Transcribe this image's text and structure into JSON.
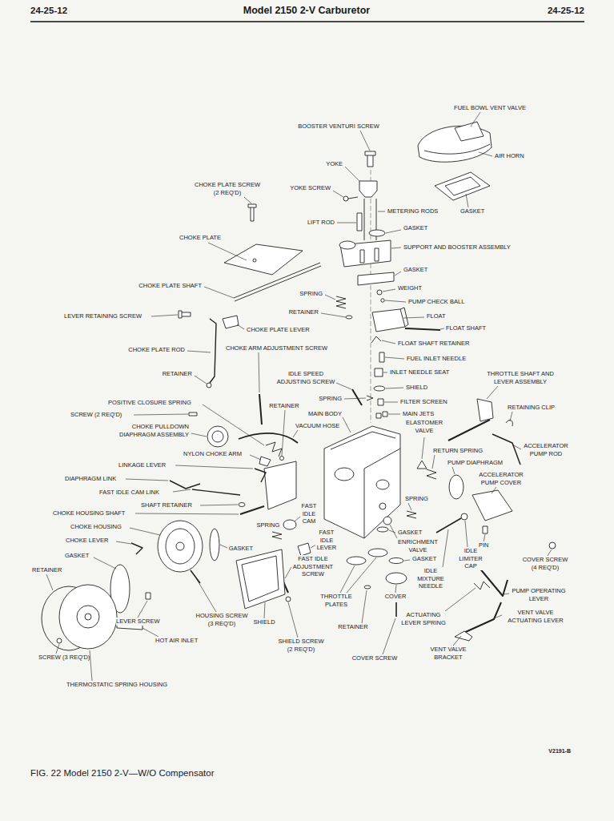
{
  "diagram": {
    "title": "Model 2150 2-V Carburetor",
    "caption": "FIG. 22 Model 2150 2-V—W/O Compensator",
    "labels": [
      "24-25-12",
      "24-25-12",
      "FUEL BOWL VENT VALVE",
      "BOOSTER VENTURI SCREW",
      "AIR HORN",
      "YOKE",
      "CHOKE PLATE SCREW (2 REQ'D)",
      "YOKE SCREW",
      "METERING RODS",
      "GASKET",
      "LIFT ROD",
      "GASKET",
      "CHOKE PLATE",
      "SUPPORT AND BOOSTER ASSEMBLY",
      "GASKET",
      "CHOKE PLATE SHAFT",
      "WEIGHT",
      "SPRING",
      "PUMP CHECK BALL",
      "RETAINER",
      "LEVER RETAINING SCREW",
      "FLOAT",
      "FLOAT SHAFT",
      "CHOKE PLATE LEVER",
      "FLOAT SHAFT RETAINER",
      "CHOKE PLATE ROD",
      "CHOKE ARM ADJUSTMENT SCREW",
      "FUEL INLET NEEDLE",
      "RETAINER",
      "IDLE SPEED ADJUSTING SCREW",
      "INLET NEEDLE SEAT",
      "THROTTLE SHAFT AND LEVER ASSEMBLY",
      "SHIELD",
      "POSITIVE CLOSURE SPRING",
      "SPRING",
      "RETAINER",
      "FILTER SCREEN",
      "SCREW (2 REQ'D)",
      "MAIN BODY",
      "MAIN JETS",
      "RETAINING CLIP",
      "CHOKE PULLDOWN DIAPHRAGM ASSEMBLY",
      "VACUUM HOSE",
      "ELASTOMER VALVE",
      "NYLON CHOKE ARM",
      "RETURN SPRING",
      "ACCELERATOR PUMP ROD",
      "LINKAGE LEVER",
      "PUMP DIAPHRAGM",
      "DIAPHRAGM LINK",
      "ACCELERATOR PUMP COVER",
      "FAST IDLE CAM LINK",
      "SHAFT RETAINER",
      "FAST IDLE CAM",
      "SPRING",
      "CHOKE HOUSING SHAFT",
      "CHOKE HOUSING",
      "SPRING",
      "GASKET",
      "FAST IDLE LEVER",
      "ENRICHMENT VALVE",
      "PIN",
      "CHOKE LEVER",
      "GASKET",
      "IDLE LIMITER CAP",
      "GASKET",
      "GASKET",
      "FAST IDLE ADJUSTMENT SCREW",
      "RETAINER",
      "COVER SCREW (4 REQ'D)",
      "IDLE MIXTURE NEEDLE",
      "PUMP OPERATING LEVER",
      "THROTTLE PLATES",
      "COVER",
      "LEVER SCREW",
      "HOUSING SCREW (3 REQ'D)",
      "SHIELD",
      "VENT VALVE ACTUATING LEVER",
      "ACTUATING LEVER SPRING",
      "RETAINER",
      "HOT AIR INLET",
      "SHIELD SCREW (2 REQ'D)",
      "SCREW (3 REQ'D)",
      "COVER SCREW",
      "VENT VALVE BRACKET",
      "THERMOSTATIC SPRING HOUSING",
      "V2191-B"
    ]
  }
}
